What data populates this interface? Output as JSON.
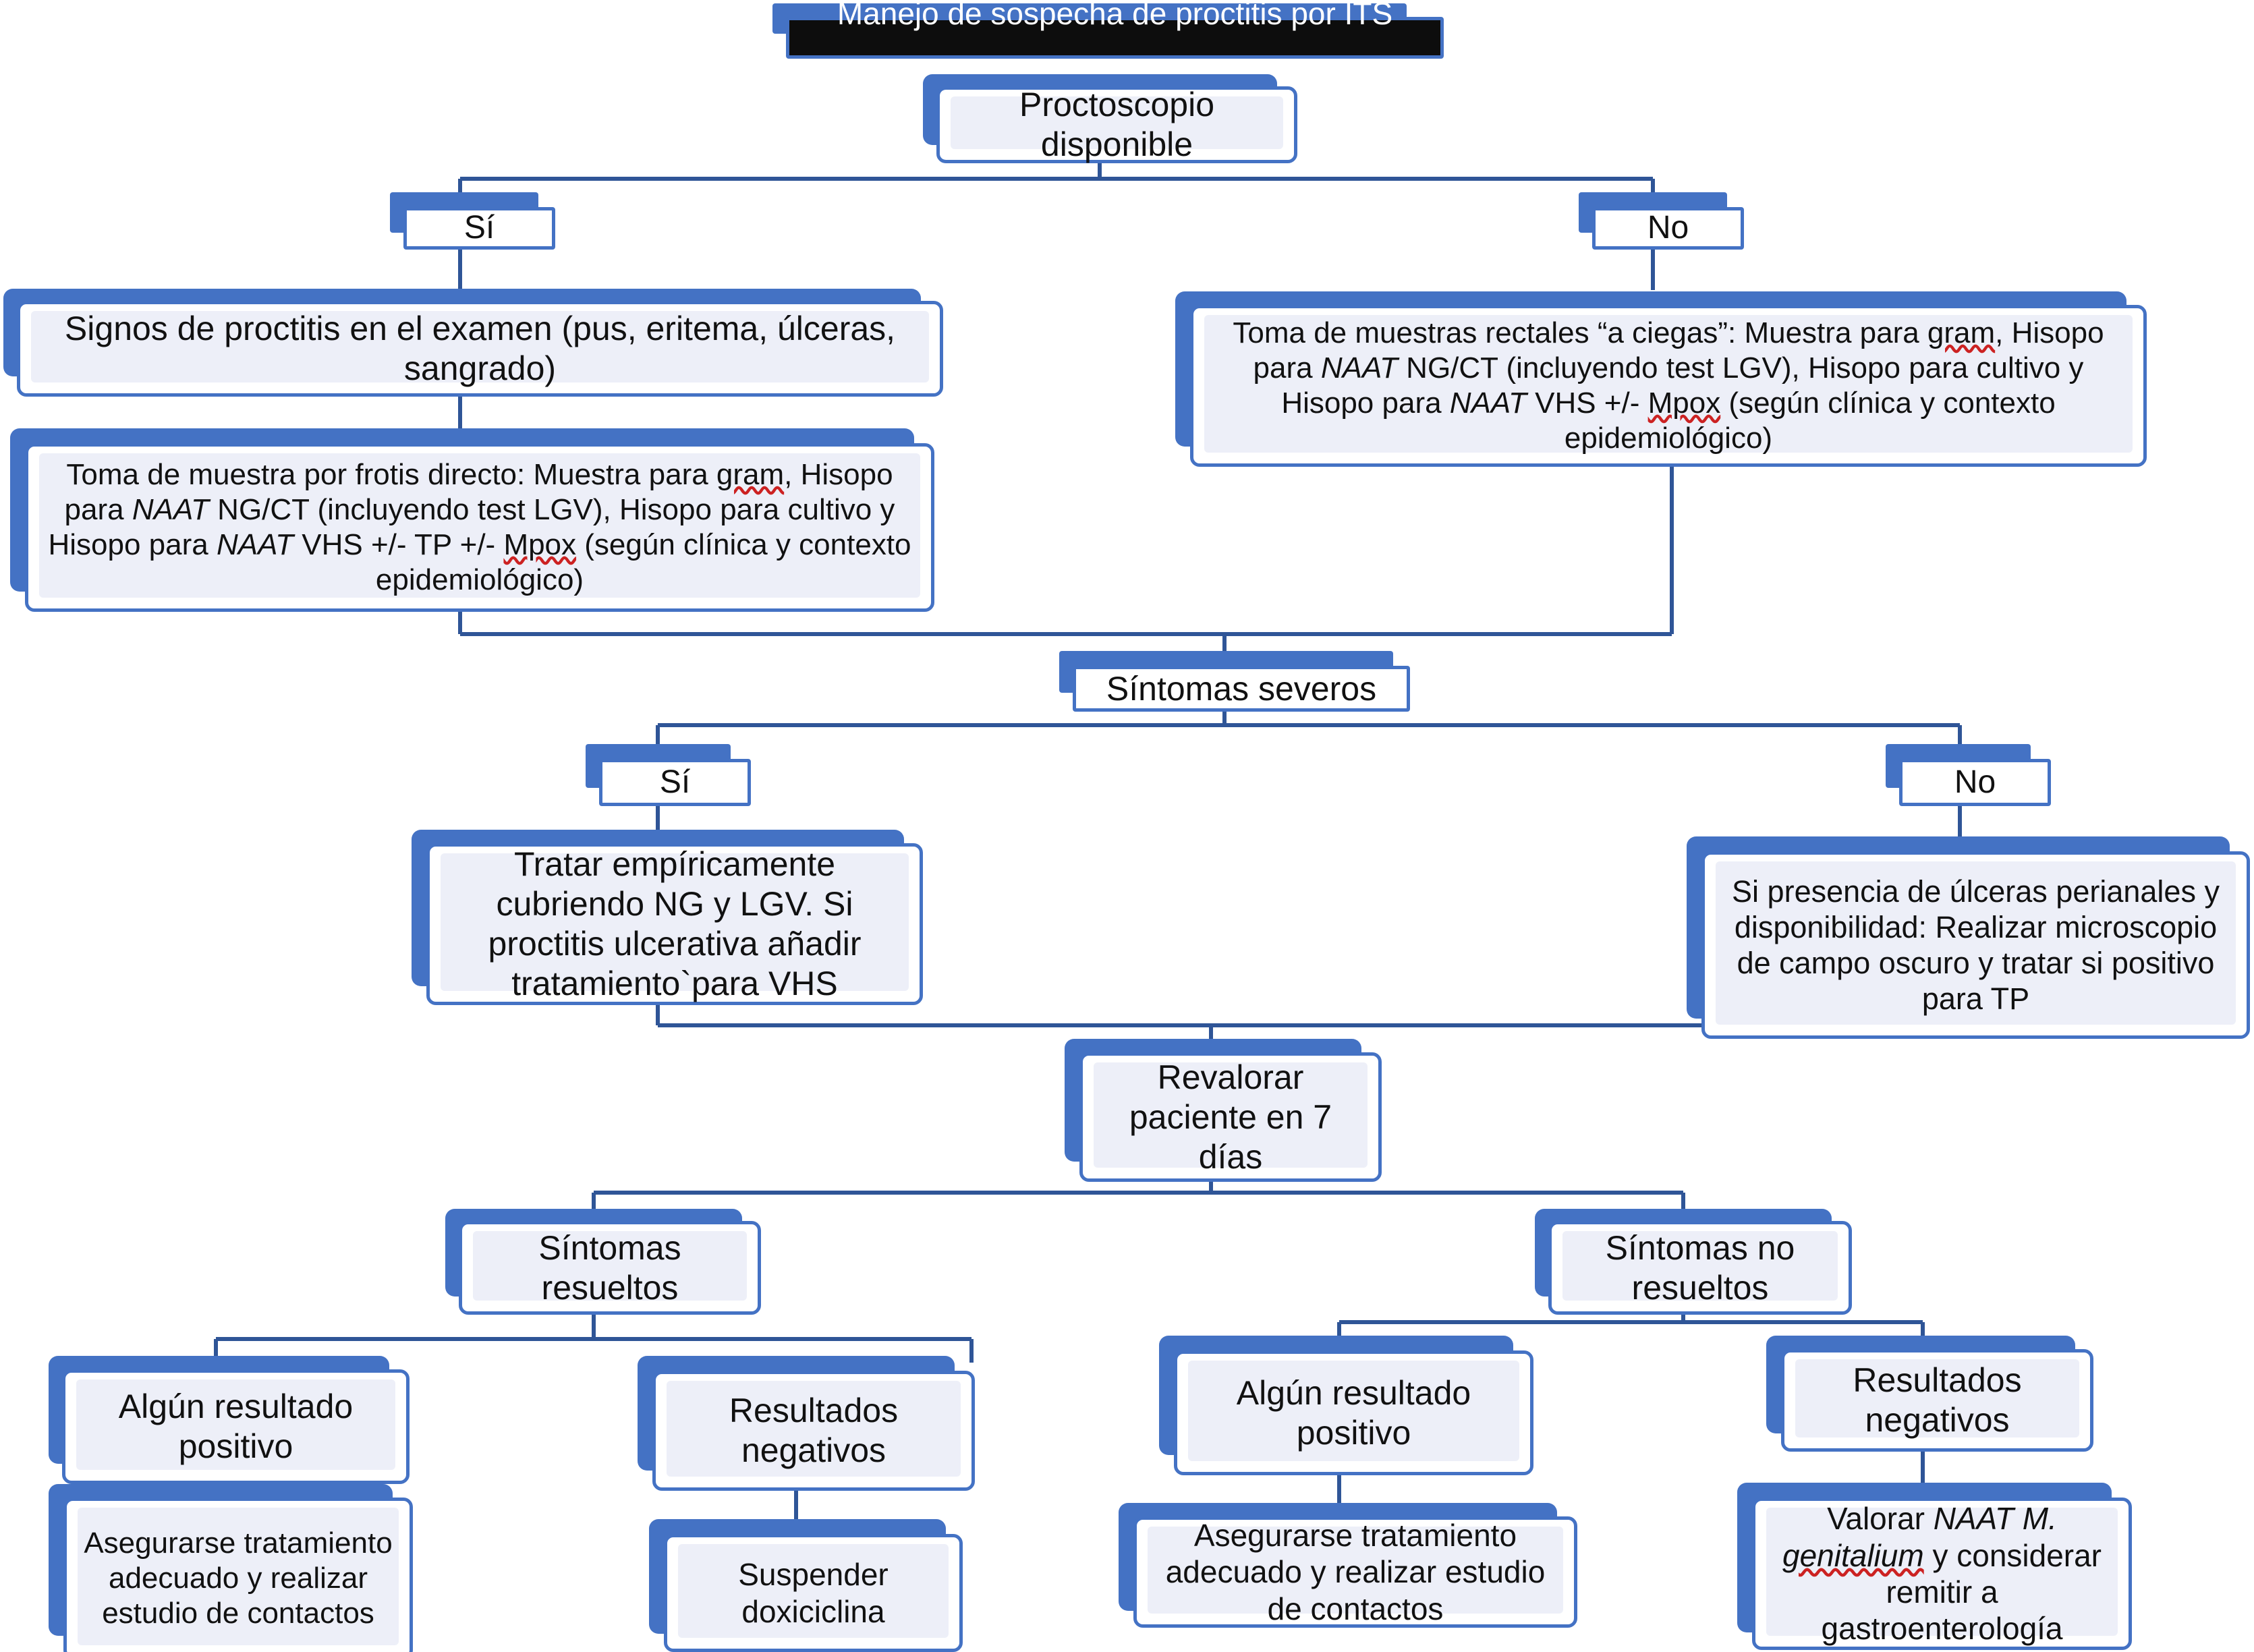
{
  "title": "Manejo de sospecha de proctitis por ITS",
  "nodes": {
    "proctoscopio": "Proctoscopio disponible",
    "si_1": "Sí",
    "no_1": "No",
    "signos": "Signos de proctitis en el examen (pus, eritema, úlceras, sangrado)",
    "toma_directo": {
      "a": "Toma de muestra por frotis directo: Muestra para ",
      "b": "gram",
      "c": ", Hisopo para ",
      "d": "NAAT",
      "e": " NG/CT (incluyendo test LGV), Hisopo para cultivo y Hisopo para ",
      "f": "NAAT",
      "g": " VHS +/- TP +/- ",
      "h": "Mpox",
      "i": " (según clínica y contexto epidemiológico)"
    },
    "toma_ciegas": {
      "a": "Toma de muestras rectales “a ciegas”:  Muestra para ",
      "b": "gram",
      "c": ", Hisopo para ",
      "d": "NAAT",
      "e": " NG/CT (incluyendo test LGV), Hisopo para cultivo y Hisopo para ",
      "f": "NAAT",
      "g": " VHS +/- ",
      "h": "Mpox",
      "i": " (según clínica y contexto epidemiológico)"
    },
    "sintomas_severos": "Síntomas severos",
    "si_2": "Sí",
    "no_2": "No",
    "tratar": "Tratar empíricamente cubriendo NG y LGV. Si proctitis ulcerativa añadir tratamiento`para VHS",
    "ulceras": "Si presencia de úlceras perianales y disponibilidad: Realizar microscopio de campo oscuro y tratar si positivo para TP",
    "revalorar": "Revalorar paciente en 7 días",
    "resueltos": "Síntomas resueltos",
    "no_resueltos": "Síntomas no resueltos",
    "positivo_1": "Algún resultado positivo",
    "negativos_1": "Resultados negativos",
    "positivo_2": "Algún resultado positivo",
    "negativos_2": "Resultados negativos",
    "asegurar_1": "Asegurarse tratamiento adecuado y realizar estudio de contactos",
    "suspender": "Suspender doxiciclina",
    "asegurar_2": "Asegurarse tratamiento adecuado y realizar estudio de contactos",
    "valorar": {
      "a": "Valorar ",
      "b": "NAAT M.",
      "c": "genitalium",
      "d": " y considerar remitir a gastroenterología"
    }
  },
  "colors": {
    "border": "#4472c4",
    "fill": "#edeff8",
    "title_bg": "#0d0d0d",
    "connector": "#2f5597"
  }
}
